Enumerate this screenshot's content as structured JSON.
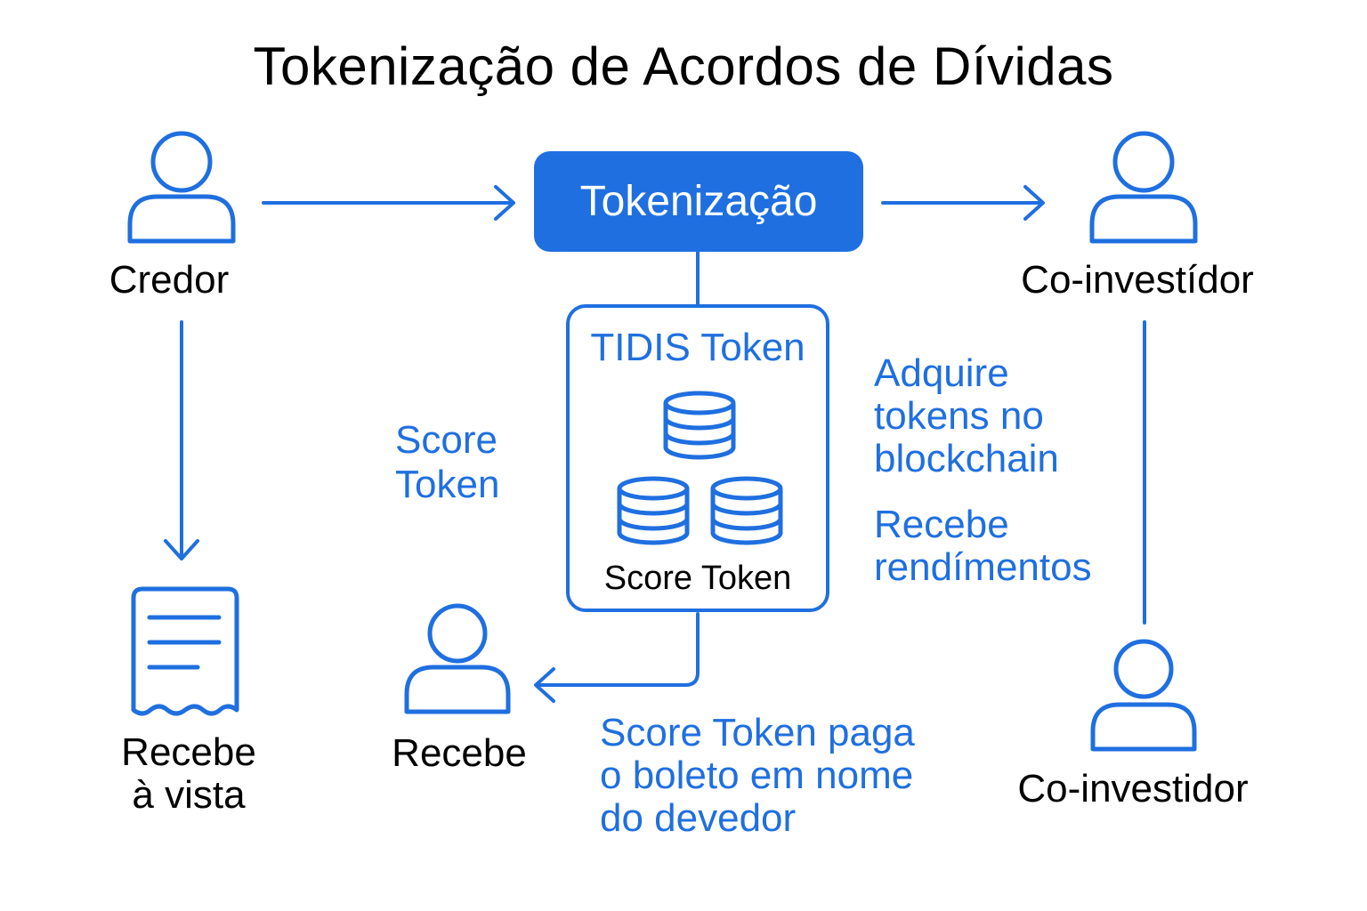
{
  "title": "Tokenização de Acordos de Dívidas",
  "nodes": {
    "credor": "Credor",
    "tokenizacao": "Tokenização",
    "co_investidor_top": "Co-investídor",
    "co_investidor_bottom": "Co-investidor",
    "recebe_vista_1": "Recebe",
    "recebe_vista_2": "à vista",
    "recebe": "Recebe"
  },
  "tidis_box": {
    "title": "TIDIS Token",
    "subtitle": "Score Token"
  },
  "annotations": {
    "score_token_1": "Score",
    "score_token_2": "Token",
    "adquire_1": "Adquire",
    "adquire_2": "tokens no",
    "adquire_3": "blockchain",
    "rendimentos_1": "Recebe",
    "rendimentos_2": "rendímentos",
    "paga_1": "Score Token paga",
    "paga_2": "o boleto em nome",
    "paga_3": "do devedor"
  },
  "colors": {
    "accent": "#1f6fe0",
    "text": "#000000",
    "background": "#ffffff"
  },
  "icons": {
    "credor": "person-icon",
    "co_investidor_top": "person-icon",
    "co_investidor_bottom": "person-icon",
    "recebe": "person-icon",
    "receipt": "receipt-icon",
    "coins": "coin-stack-icon"
  }
}
